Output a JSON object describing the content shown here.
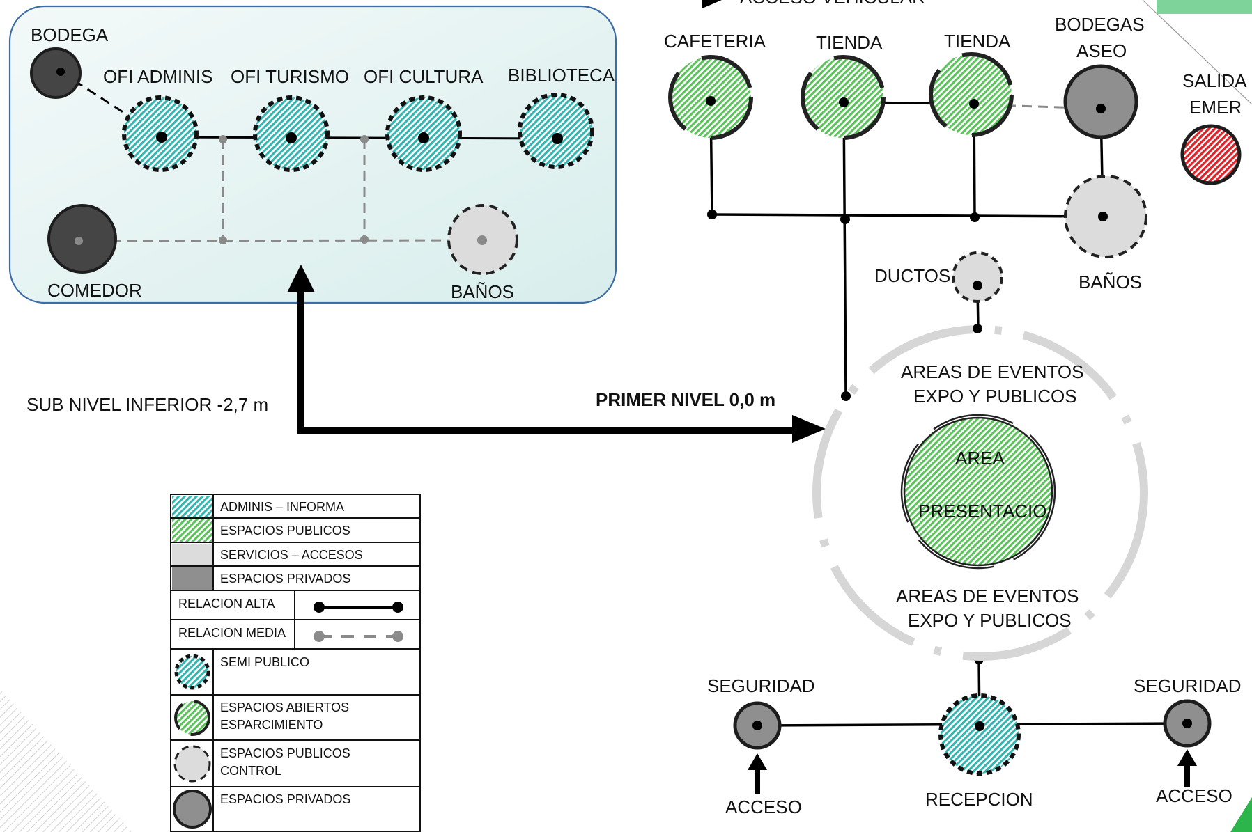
{
  "colors": {
    "admin_teal": "#35b5b0",
    "public_green": "#5cc35c",
    "service_gray": "#dcdcdc",
    "private_gray": "#8f8f8f",
    "dark_private": "#454545",
    "exit_red": "#e0242a",
    "panel_fill": "#e4f2f1",
    "panel_border": "#3d6da6"
  },
  "header_partial": "ACCESO VEHICULAR",
  "levels": {
    "lower": "SUB NIVEL INFERIOR -2,7 m",
    "first": "PRIMER NIVEL  0,0 m"
  },
  "lower_level": {
    "bodega": "BODEGA",
    "ofi_adminis": "OFI ADMINIS",
    "ofi_turismo": "OFI TURISMO",
    "ofi_cultura": "OFI CULTURA",
    "biblioteca": "BIBLIOTECA",
    "comedor": "COMEDOR",
    "banos": "BAÑOS"
  },
  "first_level": {
    "cafeteria": "CAFETERIA",
    "tienda_1": "TIENDA",
    "tienda_2": "TIENDA",
    "bodegas_aseo_1": "BODEGAS",
    "bodegas_aseo_2": "ASEO",
    "salida_1": "SALIDA",
    "salida_2": "EMER",
    "banos": "BAÑOS",
    "ductos": "DUCTOS",
    "eventos_top_1": "AREAS DE EVENTOS",
    "eventos_top_2": "EXPO Y PUBLICOS",
    "area_1": "AREA",
    "area_2": "PRESENTACIO",
    "eventos_bottom_1": "AREAS DE EVENTOS",
    "eventos_bottom_2": "EXPO Y PUBLICOS",
    "seguridad_left": "SEGURIDAD",
    "seguridad_right": "SEGURIDAD",
    "acceso_left": "ACCESO",
    "acceso_right": "ACCESO",
    "recepcion": "RECEPCION"
  },
  "legend": {
    "adminis": "ADMINIS – INFORMA",
    "publicos": "ESPACIOS PUBLICOS",
    "servicios": "SERVICIOS – ACCESOS",
    "privados": "ESPACIOS PRIVADOS",
    "relacion_alta": "RELACION ALTA",
    "relacion_media": "RELACION MEDIA",
    "semi_publico": "SEMI PUBLICO",
    "abiertos_1": "ESPACIOS ABIERTOS",
    "abiertos_2": "ESPARCIMIENTO",
    "control_1": "ESPACIOS PUBLICOS",
    "control_2": "CONTROL",
    "privados_circle": "ESPACIOS PRIVADOS"
  }
}
